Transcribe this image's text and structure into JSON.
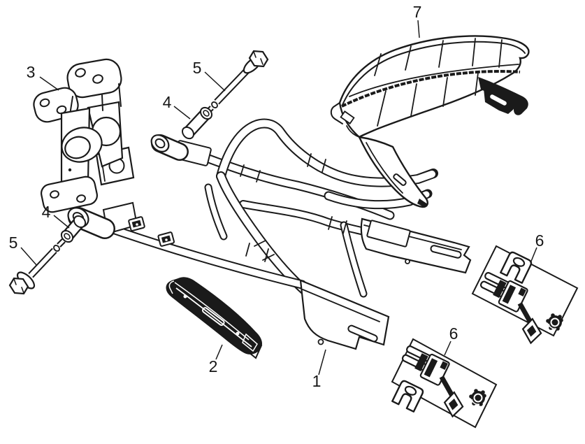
{
  "figure": {
    "background": "#ffffff",
    "ink": "#1a1a1a",
    "callouts": [
      {
        "label": "3"
      },
      {
        "label": "5"
      },
      {
        "label": "4"
      },
      {
        "label": "7"
      },
      {
        "label": "4"
      },
      {
        "label": "5"
      },
      {
        "label": "2"
      },
      {
        "label": "1"
      },
      {
        "label": "6"
      },
      {
        "label": "6"
      }
    ]
  }
}
